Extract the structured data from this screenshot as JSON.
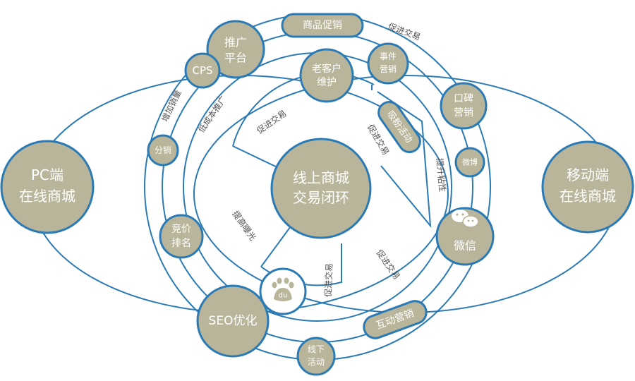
{
  "colors": {
    "stroke": "#2a7ab5",
    "fill": "#b8b59a",
    "text": "#ffffff",
    "label": "#555555"
  },
  "center": "线上商城交易闭环",
  "center_lines": [
    "线上商城",
    "交易闭环"
  ],
  "pc_lines": [
    "PC端",
    "在线商城"
  ],
  "mobile_lines": [
    "移动端",
    "在线商城"
  ],
  "nodes": {
    "promo_platform": [
      "推广",
      "平台"
    ],
    "cps": "CPS",
    "product_promo": "商品促销",
    "event_marketing": [
      "事件",
      "营销"
    ],
    "old_customer": [
      "老客户",
      "维护"
    ],
    "word_of_mouth": [
      "口碑",
      "营销"
    ],
    "fan_activity": "吸粉活动",
    "weibo": "微博",
    "wechat": "微信",
    "distribution": "分销",
    "bid_ranking": [
      "竞价",
      "排名"
    ],
    "seo": "SEO优化",
    "baidu": "du",
    "offline_activity": [
      "线下",
      "活动"
    ],
    "interactive_marketing": "互动营销"
  },
  "labels": {
    "promote_deal_top": "促进交易",
    "increase_sales": "增加销量",
    "lower_promo_cost": "低成本推广",
    "promote_deal_upper": "促进交易",
    "promote_deal_right": "促进交易",
    "improve_stickiness": "提升粘性",
    "improve_exposure": "提高曝光",
    "promote_deal_lower": "促进交易",
    "promote_deal_bottom": "促进交易"
  }
}
